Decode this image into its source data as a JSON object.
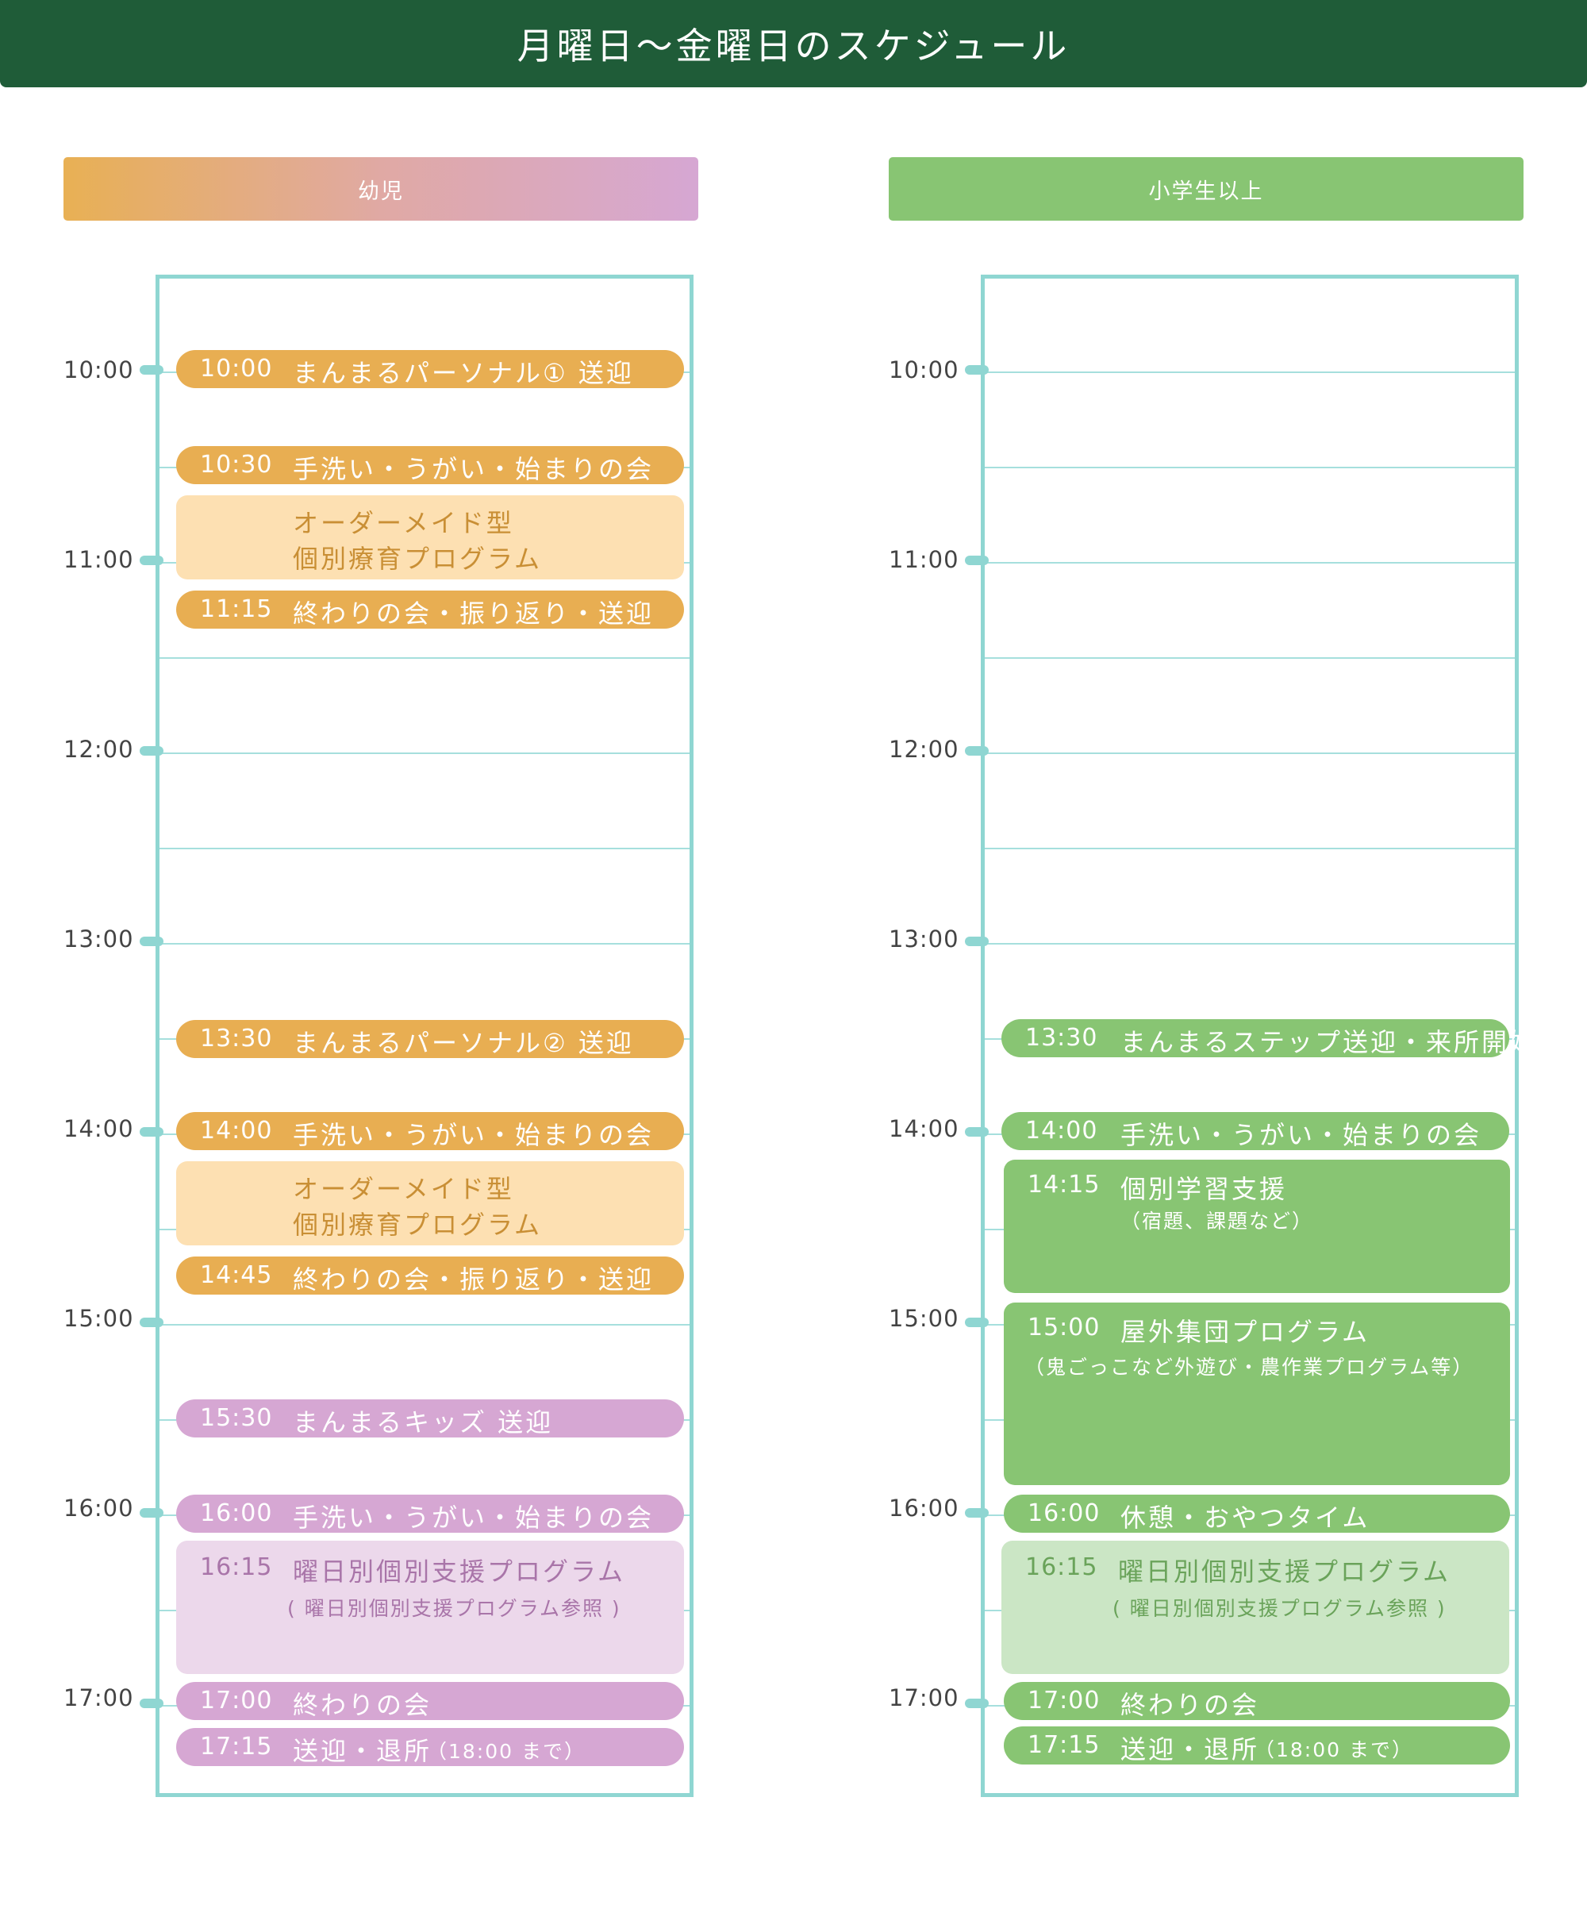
{
  "header": {
    "title": "月曜日〜金曜日のスケジュール"
  },
  "columns": {
    "left": {
      "label": "幼児"
    },
    "right": {
      "label": "小学生以上"
    }
  },
  "time_labels": [
    "10:00",
    "11:00",
    "12:00",
    "13:00",
    "14:00",
    "15:00",
    "16:00",
    "17:00"
  ],
  "left_blocks": [
    {
      "time": "10:00",
      "label": "まんまるパーソナル①  送迎"
    },
    {
      "time": "10:30",
      "label": "手洗い・うがい・始まりの会"
    },
    {
      "time": "",
      "label": "オーダーメイド型",
      "label2": "個別療育プログラム"
    },
    {
      "time": "11:15",
      "label": "終わりの会・振り返り・送迎"
    },
    {
      "time": "13:30",
      "label": "まんまるパーソナル②  送迎"
    },
    {
      "time": "14:00",
      "label": "手洗い・うがい・始まりの会"
    },
    {
      "time": "",
      "label": "オーダーメイド型",
      "label2": "個別療育プログラム"
    },
    {
      "time": "14:45",
      "label": "終わりの会・振り返り・送迎"
    },
    {
      "time": "15:30",
      "label": "まんまるキッズ 送迎"
    },
    {
      "time": "16:00",
      "label": "手洗い・うがい・始まりの会"
    },
    {
      "time": "16:15",
      "label": "曜日別個別支援プログラム",
      "sub": "( 曜日別個別支援プログラム参照 )"
    },
    {
      "time": "17:00",
      "label": "終わりの会"
    },
    {
      "time": "17:15",
      "label": "送迎・退所",
      "note": "（18:00 まで）"
    }
  ],
  "right_blocks": [
    {
      "time": "13:30",
      "label": "まんまるステップ送迎・来所開始"
    },
    {
      "time": "14:00",
      "label": "手洗い・うがい・始まりの会"
    },
    {
      "time": "14:15",
      "label": "個別学習支援",
      "sub": "（宿題、課題など）"
    },
    {
      "time": "15:00",
      "label": "屋外集団プログラム",
      "sub": "（鬼ごっこなど外遊び・農作業プログラム等）"
    },
    {
      "time": "16:00",
      "label": "休憩・おやつタイム"
    },
    {
      "time": "16:15",
      "label": "曜日別個別支援プログラム",
      "sub": "( 曜日別個別支援プログラム参照 )"
    },
    {
      "time": "17:00",
      "label": "終わりの会"
    },
    {
      "time": "17:15",
      "label": "送迎・退所",
      "note": "（18:00 まで）"
    }
  ],
  "colors": {
    "header_bg": "#1f5c38",
    "frame": "#8fd6d2",
    "orange": "#e8ae52",
    "peach": "#fde0b2",
    "purple": "#d6a7d3",
    "lavender": "#ecd8eb",
    "green": "#88c573",
    "mint": "#cbe6c5"
  }
}
